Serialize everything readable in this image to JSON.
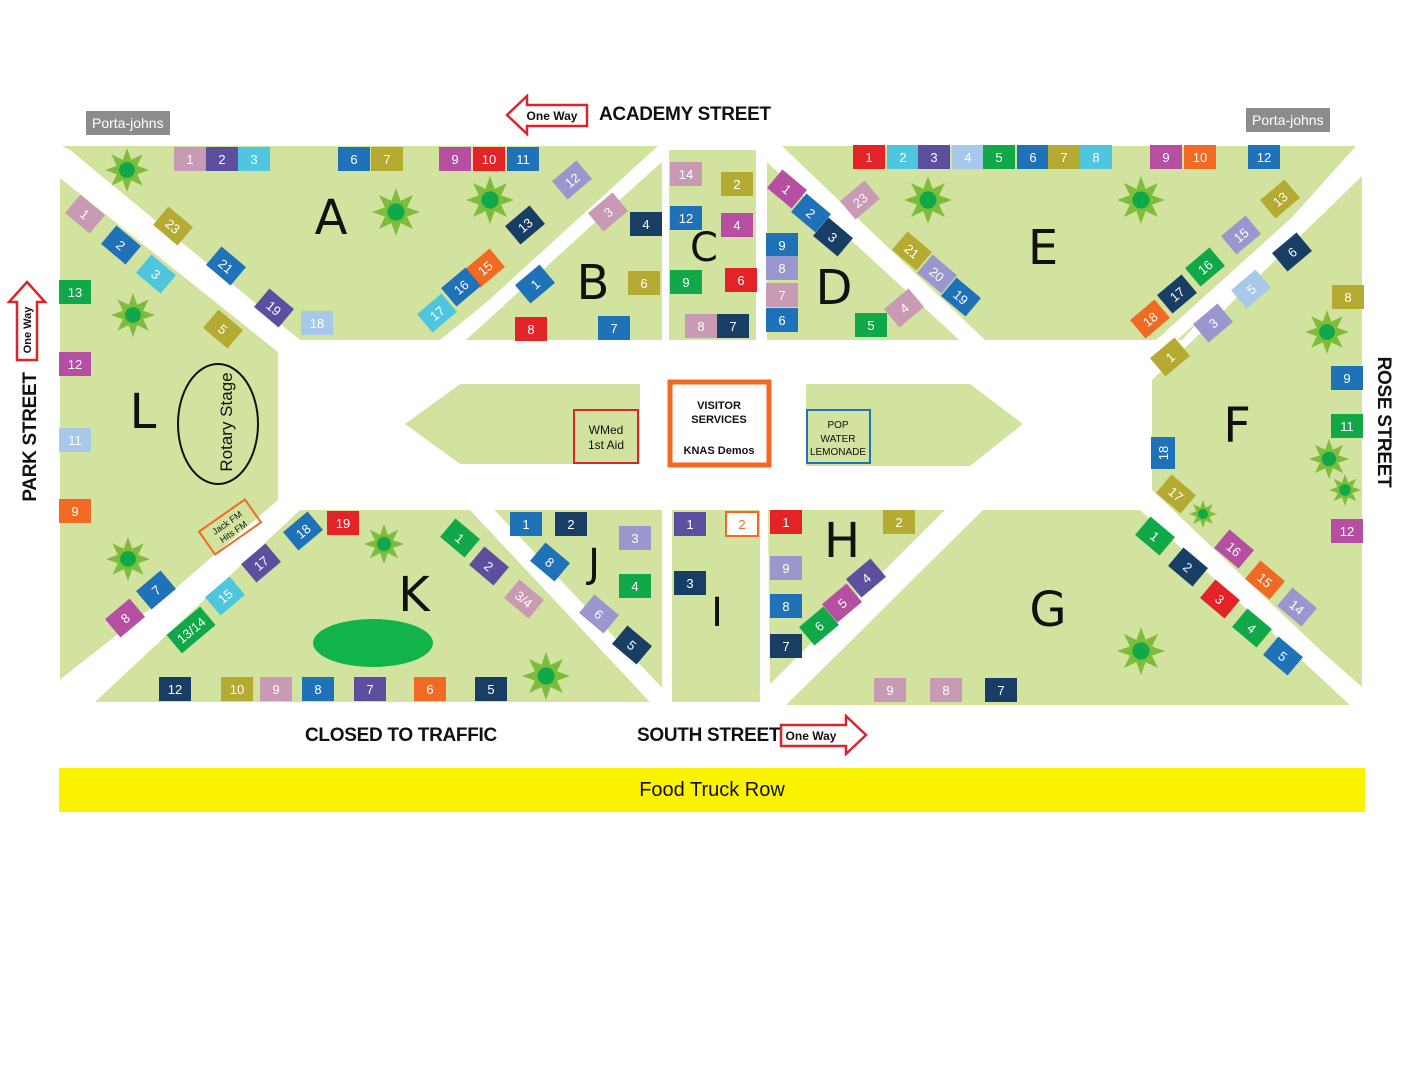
{
  "streets": {
    "north": "ACADEMY STREET",
    "west": "PARK STREET",
    "east": "ROSE STREET",
    "south": "SOUTH STREET",
    "closed": "CLOSED TO TRAFFIC"
  },
  "one_way_label": "One Way",
  "porta_johns": [
    "Porta-johns",
    "Porta-johns"
  ],
  "food_truck_row": "Food Truck Row",
  "stage": "Rotary Stage",
  "radio": "Jack FM Hits FM",
  "visitor_services": {
    "line1": "VISITOR",
    "line2": "SERVICES",
    "line3": "KNAS Demos"
  },
  "first_aid": {
    "line1": "WMed",
    "line2": "1st Aid"
  },
  "pop": {
    "line1": "POP",
    "line2": "WATER",
    "line3": "LEMONADE"
  },
  "sections": [
    "A",
    "B",
    "C",
    "D",
    "E",
    "F",
    "G",
    "H",
    "I",
    "J",
    "K",
    "L"
  ],
  "colors": {
    "grass": "#d2e39f",
    "star": "#7ebd3c",
    "star_center": "#11a84a",
    "pond": "#12b34a",
    "food_row": "#fbf200",
    "one_way_red": "#d8262c",
    "visitor_border": "#f06a24",
    "first_aid_border": "#d8262c",
    "pop_border": "#1f72b7"
  },
  "booths": [
    {
      "label": "1",
      "color": "#c99ab3"
    },
    {
      "label": "2",
      "color": "#5c4f9f"
    },
    {
      "label": "3",
      "color": "#4fc6de"
    },
    {
      "label": "6",
      "color": "#1f72b7"
    },
    {
      "label": "7",
      "color": "#b5ab33"
    },
    {
      "label": "9",
      "color": "#b64ea1"
    },
    {
      "label": "10",
      "color": "#e42328"
    },
    {
      "label": "11",
      "color": "#1f72b7"
    },
    {
      "label": "12",
      "color": "#9a97ce"
    },
    {
      "label": "13",
      "color": "#193e65"
    },
    {
      "label": "15",
      "color": "#f06a24"
    },
    {
      "label": "16",
      "color": "#1f72b7"
    },
    {
      "label": "17",
      "color": "#4fc6de"
    },
    {
      "label": "18",
      "color": "#a7c8e8"
    },
    {
      "label": "19",
      "color": "#5c4f9f"
    },
    {
      "label": "21",
      "color": "#1f72b7"
    },
    {
      "label": "23",
      "color": "#b5ab33"
    },
    {
      "label": "3",
      "color": "#c99ab3"
    },
    {
      "label": "4",
      "color": "#193e65"
    },
    {
      "label": "1",
      "color": "#1f72b7"
    },
    {
      "label": "6",
      "color": "#b5ab33"
    },
    {
      "label": "8",
      "color": "#e42328"
    },
    {
      "label": "7",
      "color": "#1f72b7"
    },
    {
      "label": "14",
      "color": "#c99ab3"
    },
    {
      "label": "2",
      "color": "#b5ab33"
    },
    {
      "label": "12",
      "color": "#1f72b7"
    },
    {
      "label": "4",
      "color": "#b64ea1"
    },
    {
      "label": "9",
      "color": "#11a84a"
    },
    {
      "label": "6",
      "color": "#e42328"
    },
    {
      "label": "8",
      "color": "#c99ab3"
    },
    {
      "label": "7",
      "color": "#193e65"
    },
    {
      "label": "1",
      "color": "#b64ea1"
    },
    {
      "label": "2",
      "color": "#1f72b7"
    },
    {
      "label": "3",
      "color": "#193e65"
    },
    {
      "label": "23",
      "color": "#c99ab3"
    },
    {
      "label": "9",
      "color": "#1f72b7"
    },
    {
      "label": "8",
      "color": "#9a97ce"
    },
    {
      "label": "7",
      "color": "#c99ab3"
    },
    {
      "label": "6",
      "color": "#1f72b7"
    },
    {
      "label": "5",
      "color": "#11a84a"
    },
    {
      "label": "4",
      "color": "#c99ab3"
    },
    {
      "label": "21",
      "color": "#b5ab33"
    },
    {
      "label": "20",
      "color": "#9a97ce"
    },
    {
      "label": "19",
      "color": "#1f72b7"
    },
    {
      "label": "1",
      "color": "#e42328"
    },
    {
      "label": "2",
      "color": "#4fc6de"
    },
    {
      "label": "3",
      "color": "#5c4f9f"
    },
    {
      "label": "4",
      "color": "#a7c8e8"
    },
    {
      "label": "5",
      "color": "#11a84a"
    },
    {
      "label": "6",
      "color": "#1f72b7"
    },
    {
      "label": "7",
      "color": "#b5ab33"
    },
    {
      "label": "8",
      "color": "#4fc6de"
    },
    {
      "label": "9",
      "color": "#b64ea1"
    },
    {
      "label": "10",
      "color": "#f06a24"
    },
    {
      "label": "12",
      "color": "#1f72b7"
    },
    {
      "label": "13",
      "color": "#b5ab33"
    },
    {
      "label": "15",
      "color": "#9a97ce"
    },
    {
      "label": "16",
      "color": "#11a84a"
    },
    {
      "label": "17",
      "color": "#193e65"
    },
    {
      "label": "18",
      "color": "#f06a24"
    },
    {
      "label": "6",
      "color": "#193e65"
    },
    {
      "label": "5",
      "color": "#a7c8e8"
    },
    {
      "label": "3",
      "color": "#9a97ce"
    },
    {
      "label": "1",
      "color": "#b5ab33"
    },
    {
      "label": "8",
      "color": "#b5ab33"
    },
    {
      "label": "9",
      "color": "#1f72b7"
    },
    {
      "label": "11",
      "color": "#11a84a"
    },
    {
      "label": "12",
      "color": "#b64ea1"
    },
    {
      "label": "18",
      "color": "#1f72b7"
    },
    {
      "label": "17",
      "color": "#b5ab33"
    },
    {
      "label": "1",
      "color": "#11a84a"
    },
    {
      "label": "2",
      "color": "#193e65"
    },
    {
      "label": "3",
      "color": "#e42328"
    },
    {
      "label": "4",
      "color": "#11a84a"
    },
    {
      "label": "5",
      "color": "#1f72b7"
    },
    {
      "label": "16",
      "color": "#b64ea1"
    },
    {
      "label": "15",
      "color": "#f06a24"
    },
    {
      "label": "14",
      "color": "#9a97ce"
    },
    {
      "label": "9",
      "color": "#c99ab3"
    },
    {
      "label": "8",
      "color": "#c99ab3"
    },
    {
      "label": "7",
      "color": "#193e65"
    },
    {
      "label": "1",
      "color": "#e42328"
    },
    {
      "label": "2",
      "color": "#b5ab33"
    },
    {
      "label": "9",
      "color": "#9a97ce"
    },
    {
      "label": "8",
      "color": "#1f72b7"
    },
    {
      "label": "7",
      "color": "#193e65"
    },
    {
      "label": "6",
      "color": "#11a84a"
    },
    {
      "label": "5",
      "color": "#b64ea1"
    },
    {
      "label": "4",
      "color": "#5c4f9f"
    },
    {
      "label": "1",
      "color": "#5c4f9f"
    },
    {
      "label": "2",
      "color": "#ffffff"
    },
    {
      "label": "3",
      "color": "#193e65"
    },
    {
      "label": "1",
      "color": "#1f72b7"
    },
    {
      "label": "2",
      "color": "#193e65"
    },
    {
      "label": "3",
      "color": "#9a97ce"
    },
    {
      "label": "8",
      "color": "#1f72b7"
    },
    {
      "label": "4",
      "color": "#11a84a"
    },
    {
      "label": "6",
      "color": "#9a97ce"
    },
    {
      "label": "5",
      "color": "#193e65"
    },
    {
      "label": "1",
      "color": "#11a84a"
    },
    {
      "label": "2",
      "color": "#5c4f9f"
    },
    {
      "label": "3/4",
      "color": "#c99ab3"
    },
    {
      "label": "18",
      "color": "#1f72b7"
    },
    {
      "label": "19",
      "color": "#e42328"
    },
    {
      "label": "17",
      "color": "#5c4f9f"
    },
    {
      "label": "15",
      "color": "#4fc6de"
    },
    {
      "label": "13/14",
      "color": "#11a84a"
    },
    {
      "label": "12",
      "color": "#193e65"
    },
    {
      "label": "10",
      "color": "#b5ab33"
    },
    {
      "label": "9",
      "color": "#c99ab3"
    },
    {
      "label": "8",
      "color": "#1f72b7"
    },
    {
      "label": "7",
      "color": "#5c4f9f"
    },
    {
      "label": "6",
      "color": "#f06a24"
    },
    {
      "label": "5",
      "color": "#193e65"
    },
    {
      "label": "7",
      "color": "#1f72b7"
    },
    {
      "label": "8",
      "color": "#b64ea1"
    },
    {
      "label": "1",
      "color": "#c99ab3"
    },
    {
      "label": "2",
      "color": "#1f72b7"
    },
    {
      "label": "3",
      "color": "#4fc6de"
    },
    {
      "label": "5",
      "color": "#b5ab33"
    },
    {
      "label": "13",
      "color": "#11a84a"
    },
    {
      "label": "12",
      "color": "#b64ea1"
    },
    {
      "label": "11",
      "color": "#a7c8e8"
    },
    {
      "label": "9",
      "color": "#f06a24"
    }
  ]
}
